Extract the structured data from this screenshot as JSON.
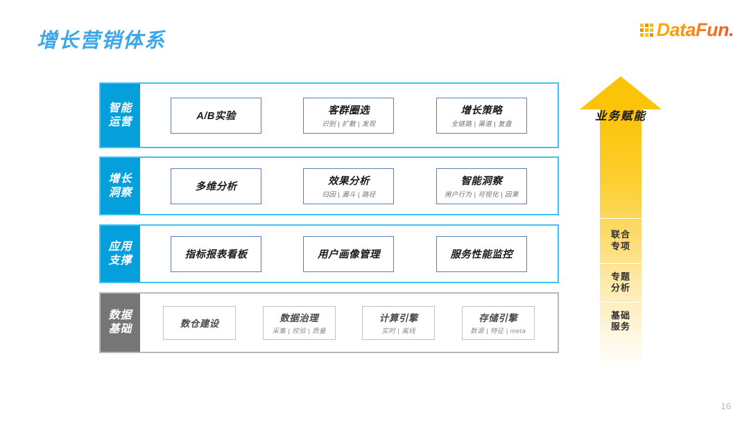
{
  "header": {
    "title": "增长营销体系",
    "logo_text": "DataFun.",
    "logo_icon": "datafun-dots-logo"
  },
  "layers": [
    {
      "id": "smart-operations",
      "label_lines": [
        "智能",
        "运营"
      ],
      "theme": "blue",
      "cards": [
        {
          "title": "A/B实验",
          "sub": ""
        },
        {
          "title": "客群圈选",
          "sub": "识别 | 扩散 | 发现"
        },
        {
          "title": "增长策略",
          "sub": "全链路 | 渠道 | 复盘"
        }
      ]
    },
    {
      "id": "growth-insight",
      "label_lines": [
        "增长",
        "洞察"
      ],
      "theme": "blue",
      "cards": [
        {
          "title": "多维分析",
          "sub": ""
        },
        {
          "title": "效果分析",
          "sub": "归因 | 漏斗 | 路径"
        },
        {
          "title": "智能洞察",
          "sub": "用户行为 | 可视化 | 因果"
        }
      ]
    },
    {
      "id": "application-support",
      "label_lines": [
        "应用",
        "支撑"
      ],
      "theme": "blue",
      "cards": [
        {
          "title": "指标报表看板",
          "sub": ""
        },
        {
          "title": "用户画像管理",
          "sub": ""
        },
        {
          "title": "服务性能监控",
          "sub": ""
        }
      ]
    },
    {
      "id": "data-foundation",
      "label_lines": [
        "数据",
        "基础"
      ],
      "theme": "gray",
      "cards": [
        {
          "title": "数仓建设",
          "sub": ""
        },
        {
          "title": "数据治理",
          "sub": "采集 | 校验 | 质量"
        },
        {
          "title": "计算引擎",
          "sub": "实时 | 离线"
        },
        {
          "title": "存储引擎",
          "sub": "数源 | 特征 | meta"
        }
      ]
    }
  ],
  "arrow": {
    "label": "业务赋能",
    "segments": [
      {
        "lines": [
          "联合",
          "专项"
        ]
      },
      {
        "lines": [
          "专题",
          "分析"
        ]
      },
      {
        "lines": [
          "基础",
          "服务"
        ]
      }
    ]
  },
  "footer": {
    "page_number": "16"
  },
  "colors": {
    "title_blue": "#3CA7E8",
    "layer_blue": "#059FDB",
    "layer_gray": "#767676",
    "row_border_blue": "#3FC0F5",
    "row_border_gray": "#B8B8B8",
    "card_border_blue": "#5E7FAE",
    "card_border_gray": "#C2C2C2",
    "arrow_gold": "#FBC408"
  }
}
